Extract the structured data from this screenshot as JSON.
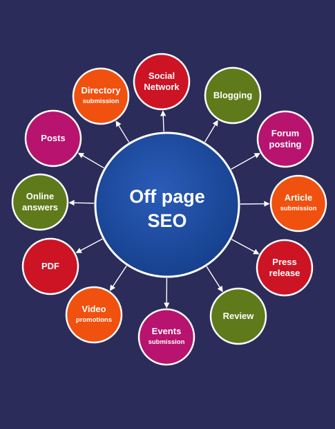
{
  "center": {
    "lines": [
      "Off page",
      "SEO"
    ],
    "color": "#1c4a9e"
  },
  "nodes": [
    {
      "name": "social-network",
      "lines": [
        "Social",
        "Network"
      ],
      "sub": "",
      "color": "#cc1424"
    },
    {
      "name": "blogging",
      "lines": [
        "Blogging"
      ],
      "sub": "",
      "color": "#5e7a1a"
    },
    {
      "name": "forum-posting",
      "lines": [
        "Forum",
        "posting"
      ],
      "sub": "",
      "color": "#b8136f"
    },
    {
      "name": "article-submission",
      "lines": [
        "Article"
      ],
      "sub": "submission",
      "color": "#f0510e"
    },
    {
      "name": "press-release",
      "lines": [
        "Press",
        "release"
      ],
      "sub": "",
      "color": "#cc1424"
    },
    {
      "name": "review",
      "lines": [
        "Review"
      ],
      "sub": "",
      "color": "#5e7a1a"
    },
    {
      "name": "events-submission",
      "lines": [
        "Events"
      ],
      "sub": "submission",
      "color": "#b8136f"
    },
    {
      "name": "video-promotions",
      "lines": [
        "Video"
      ],
      "sub": "promotions",
      "color": "#f0510e"
    },
    {
      "name": "pdf",
      "lines": [
        "PDF"
      ],
      "sub": "",
      "color": "#cc1424"
    },
    {
      "name": "online-answers",
      "lines": [
        "Online",
        "answers"
      ],
      "sub": "",
      "color": "#5e7a1a"
    },
    {
      "name": "posts",
      "lines": [
        "Posts"
      ],
      "sub": "",
      "color": "#b8136f"
    },
    {
      "name": "directory-submission",
      "lines": [
        "Directory"
      ],
      "sub": "submission",
      "color": "#f0510e"
    }
  ]
}
